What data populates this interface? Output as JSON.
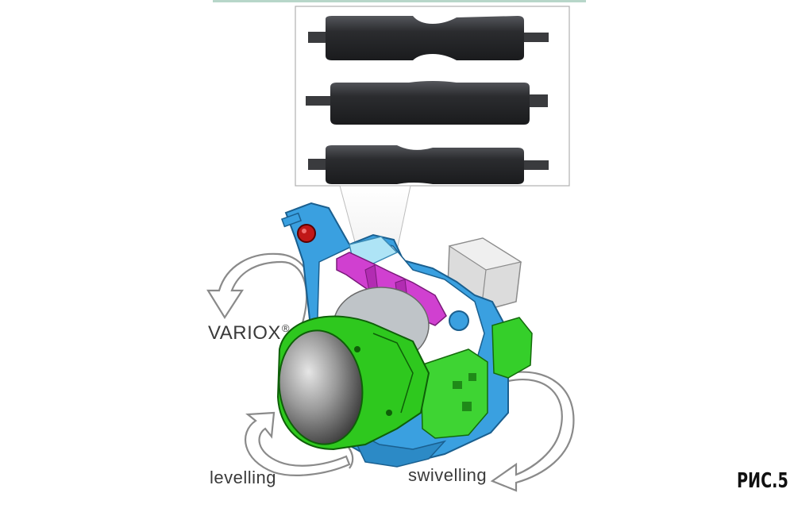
{
  "labels": {
    "variox": "VARIOX",
    "variox_mark": "®",
    "levelling": "levelling",
    "swivelling": "swivelling"
  },
  "figure_number": "РИС.5",
  "colors": {
    "housing_blue": "#3aa0e0",
    "lens_ring_green": "#2ec81e",
    "bracket_magenta": "#d040d0",
    "shutter_yellow": "#f2e624",
    "actuator_gray": "#d4d4d4",
    "roller_dark": "#2f3033",
    "knob_red": "#c01818",
    "arrow_outline": "#8a8a8a"
  },
  "icons": [
    "curved-arrow-icon"
  ]
}
